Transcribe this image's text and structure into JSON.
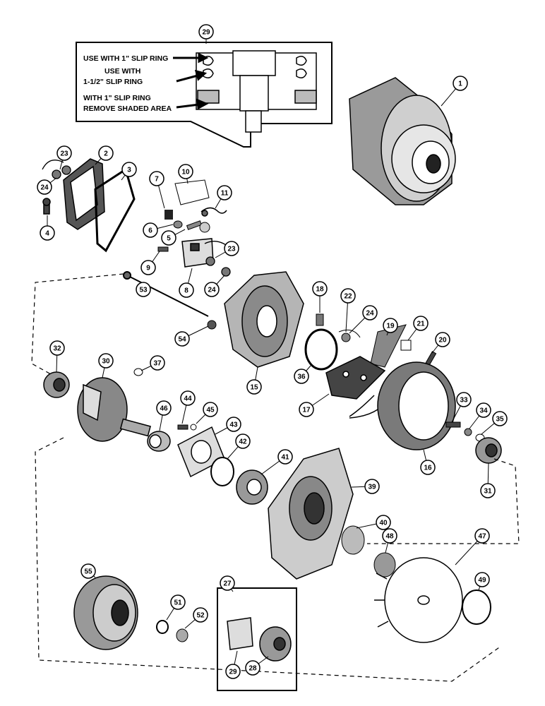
{
  "inset": {
    "ref": "29",
    "line1": "USE WITH 1\" SLIP RING",
    "line2a": "USE WITH",
    "line2b": "1-1/2\" SLIP RING",
    "line3a": "WITH 1\" SLIP RING",
    "line3b": "REMOVE SHADED AREA"
  },
  "sub_assembly": {
    "ref": "27",
    "parts": [
      "29",
      "28"
    ]
  },
  "callouts": [
    "1",
    "2",
    "3",
    "4",
    "5",
    "6",
    "7",
    "8",
    "9",
    "10",
    "11",
    "15",
    "16",
    "17",
    "18",
    "19",
    "20",
    "21",
    "22",
    "23",
    "24",
    "27",
    "28",
    "29",
    "30",
    "31",
    "32",
    "33",
    "34",
    "35",
    "36",
    "37",
    "39",
    "40",
    "41",
    "42",
    "43",
    "44",
    "45",
    "46",
    "47",
    "48",
    "49",
    "51",
    "52",
    "53",
    "54",
    "55"
  ]
}
